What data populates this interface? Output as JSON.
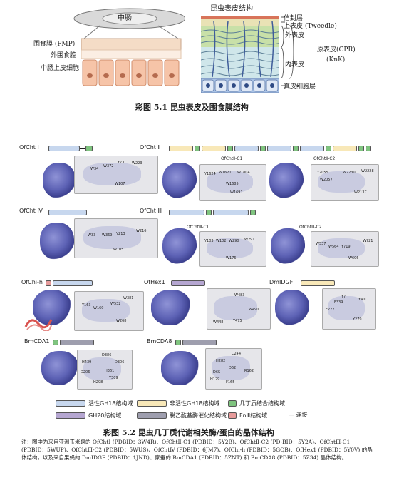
{
  "fig51": {
    "left_labels": [
      "围食膜 (PMP)",
      "外围食腔",
      "中肠上皮细胞"
    ],
    "midgut_label": "中肠",
    "cuticle_title": "昆虫表皮结构",
    "right_labels": [
      "信封层",
      "上表皮 (Tweedle)",
      "外表皮",
      "内表皮",
      "原表皮(CPR)",
      "(KnK)",
      "真皮细胞层"
    ],
    "caption": "彩图 5.1  昆虫表皮及围食膜结构"
  },
  "fig52": {
    "proteins": [
      {
        "name": "OfCht Ⅰ",
        "residues": [
          "W34",
          "W372",
          "Y73",
          "W223",
          "W107"
        ]
      },
      {
        "name": "OfCht Ⅱ",
        "subs": [
          {
            "name": "OfChtⅡ-C1",
            "residues": [
              "Y1624",
              "W1621",
              "W1804",
              "W1685",
              "W1691"
            ]
          },
          {
            "name": "OfChtⅡ-C2",
            "residues": [
              "Y2055",
              "W2057",
              "W2230",
              "W2228",
              "W2137"
            ]
          }
        ]
      },
      {
        "name": "OfCht Ⅳ",
        "residues": [
          "W33",
          "W369",
          "Y213",
          "W216",
          "W105"
        ]
      },
      {
        "name": "OfCht Ⅲ",
        "subs": [
          {
            "name": "OfChtⅢ-C1",
            "residues": [
              "Y103",
              "W102",
              "W290",
              "W291",
              "W176"
            ]
          },
          {
            "name": "OfChtⅢ-C2",
            "residues": [
              "W537",
              "W564",
              "Y719",
              "W721",
              "W606"
            ]
          }
        ]
      },
      {
        "name": "OfChi-h",
        "residues": [
          "W381",
          "Y163",
          "W160",
          "W532",
          "W268"
        ]
      },
      {
        "name": "OfHex1",
        "residues": [
          "W483",
          "W490",
          "W448",
          "Y475"
        ]
      },
      {
        "name": "DmIDGF",
        "residues": [
          "Y7",
          "Y40",
          "F339",
          "F222",
          "Y279"
        ]
      },
      {
        "name": "BmCDA1",
        "residues": [
          "D386",
          "H439",
          "D306",
          "D206",
          "H361",
          "Y309",
          "H298"
        ]
      },
      {
        "name": "BmCDA8",
        "residues": [
          "C244",
          "H282",
          "D62",
          "R162",
          "D6S",
          "H129",
          "F165"
        ]
      }
    ],
    "legend": [
      {
        "label": "活性GH18结构域",
        "color": "#c7d7ee"
      },
      {
        "label": "非活性GH18结构域",
        "color": "#f8e8b8"
      },
      {
        "label": "几丁质结合结构域",
        "color": "#7fc47f"
      },
      {
        "label": "GH20结构域",
        "color": "#b5a6d1"
      },
      {
        "label": "脱乙酰基酶催化结构域",
        "color": "#9e9eae"
      },
      {
        "label": "FnⅢ结构域",
        "color": "#e79b9b"
      },
      {
        "label": "— 连接",
        "color": "#222222"
      }
    ],
    "caption": "彩图 5.2  昆虫几丁质代谢相关酶/蛋白的晶体结构",
    "note": "注：图中为来自亚洲玉米螟的 OfChtⅠ (PDBID：3W4R)、OfChtⅡ-C1 (PDBID：5Y2B)、OfChtⅡ-C2 (PD-BID：5Y2A)、OfChtⅢ-C1 (PDBID：5WUP)、OfChtⅢ-C2 (PDBID：5WUS)、OfChtⅣ (PDBID：6JM7)、OfChi-h (PDBID：5GQB)、OfHex1 (PDBID：5Y0V) 的晶体结构，以及来自果蝇的 DmIDGF (PDBID：1JND)、家蚕的 BmCDA1 (PDBID：5ZNT) 和 BmCDA8 (PDBID：5Z34) 晶体结构。"
  }
}
